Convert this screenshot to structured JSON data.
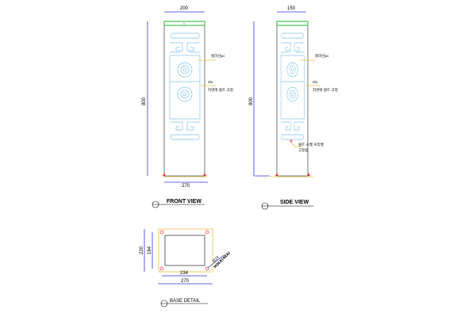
{
  "front_view": {
    "title": "FRONT VIEW",
    "width_top": "200",
    "height": "800",
    "width_base": "270",
    "label_1": "칼라산pc",
    "label_2": "sts",
    "label_3": "지면에 볼트 고정"
  },
  "side_view": {
    "title": "SIDE VIEW",
    "width_top": "150",
    "height": "800",
    "label_1": "칼라산pc",
    "label_2": "sts",
    "label_3": "지면에 볼트 고정",
    "label_4": "볼트 소켓 브라켓",
    "label_5": "고정용"
  },
  "base_detail": {
    "title": "BASE DETAIL",
    "height_outer": "220",
    "height_inner": "184",
    "width_inner": "234",
    "width_outer": "270",
    "hole_label": "Ø14",
    "hole_count": "HOLE(4EA)"
  },
  "colors": {
    "dimension": "#3333dd",
    "pattern": "#7fc0e8",
    "cap": "#22bb22",
    "leader": "#e8c040"
  }
}
